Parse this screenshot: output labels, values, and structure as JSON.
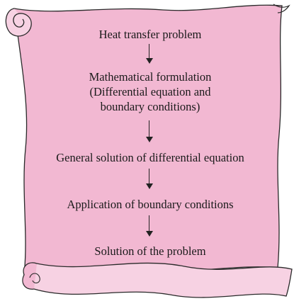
{
  "colors": {
    "parchment": "#f2b8d2",
    "parchment_light": "#f7d2e3",
    "outline": "#2a2a2a",
    "text": "#1a1a1a"
  },
  "steps": [
    {
      "label": "Heat transfer problem"
    },
    {
      "label": "Mathematical formulation"
    },
    {
      "label": "(Differential equation and"
    },
    {
      "label": "boundary conditions)"
    },
    {
      "label": "General solution of differential equation"
    },
    {
      "label": "Application of boundary conditions"
    },
    {
      "label": "Solution of the problem"
    }
  ]
}
